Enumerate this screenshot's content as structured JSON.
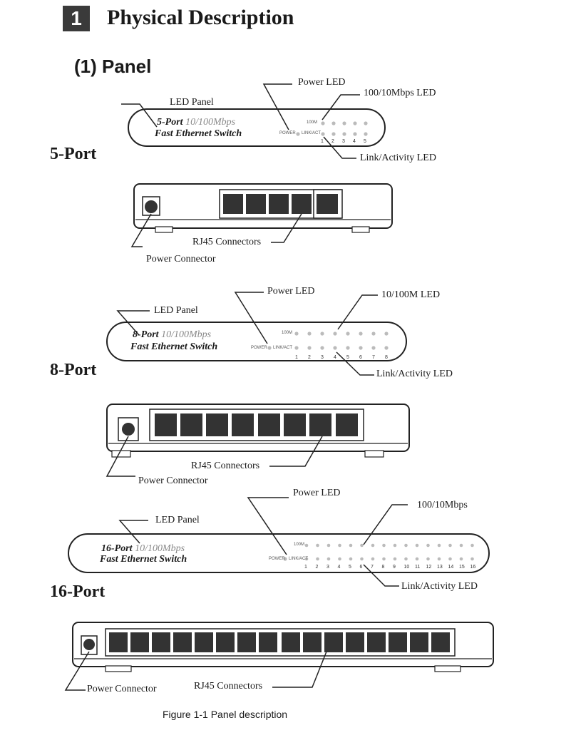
{
  "section": {
    "number": "1",
    "title": "Physical Description",
    "subtitle": "(1) Panel"
  },
  "figure_caption": "Figure 1-1 Panel description",
  "five_port": {
    "title": "5-Port",
    "brand_model": "5-Port",
    "brand_speed": "10/100Mbps",
    "brand_name": "Fast Ethernet Switch",
    "led_label_100m": "100M",
    "led_label_power": "POWER",
    "led_label_link": "LINK/ACT",
    "port_numbers": [
      "1",
      "2",
      "3",
      "4",
      "5"
    ],
    "callouts": {
      "led_panel": "LED Panel",
      "power_led": "Power LED",
      "speed_led": "100/10Mbps LED",
      "link_led": "Link/Activity LED",
      "rj45": "RJ45 Connectors",
      "power_connector": "Power Connector"
    }
  },
  "eight_port": {
    "title": "8-Port",
    "brand_model": "8-Port",
    "brand_speed": "10/100Mbps",
    "brand_name": "Fast Ethernet Switch",
    "led_label_100m": "100M",
    "led_label_power": "POWER",
    "led_label_link": "LINK/ACT",
    "port_numbers": [
      "1",
      "2",
      "3",
      "4",
      "5",
      "6",
      "7",
      "8"
    ],
    "callouts": {
      "led_panel": "LED Panel",
      "power_led": "Power LED",
      "speed_led": "10/100M LED",
      "link_led": "Link/Activity LED",
      "rj45": "RJ45 Connectors",
      "power_connector": "Power Connector"
    }
  },
  "sixteen_port": {
    "title": "16-Port",
    "brand_model": "16-Port",
    "brand_speed": "10/100Mbps",
    "brand_name": "Fast Ethernet Switch",
    "led_label_100m": "100M",
    "led_label_power": "POWER",
    "led_label_link": "LINK/ACT",
    "port_numbers": [
      "1",
      "2",
      "3",
      "4",
      "5",
      "6",
      "7",
      "8",
      "9",
      "10",
      "11",
      "12",
      "13",
      "14",
      "15",
      "16"
    ],
    "callouts": {
      "led_panel": "LED Panel",
      "power_led": "Power LED",
      "speed_led": "100/10Mbps",
      "link_led": "Link/Activity LED",
      "rj45": "RJ45 Connectors",
      "power_connector": "Power Connector"
    }
  }
}
